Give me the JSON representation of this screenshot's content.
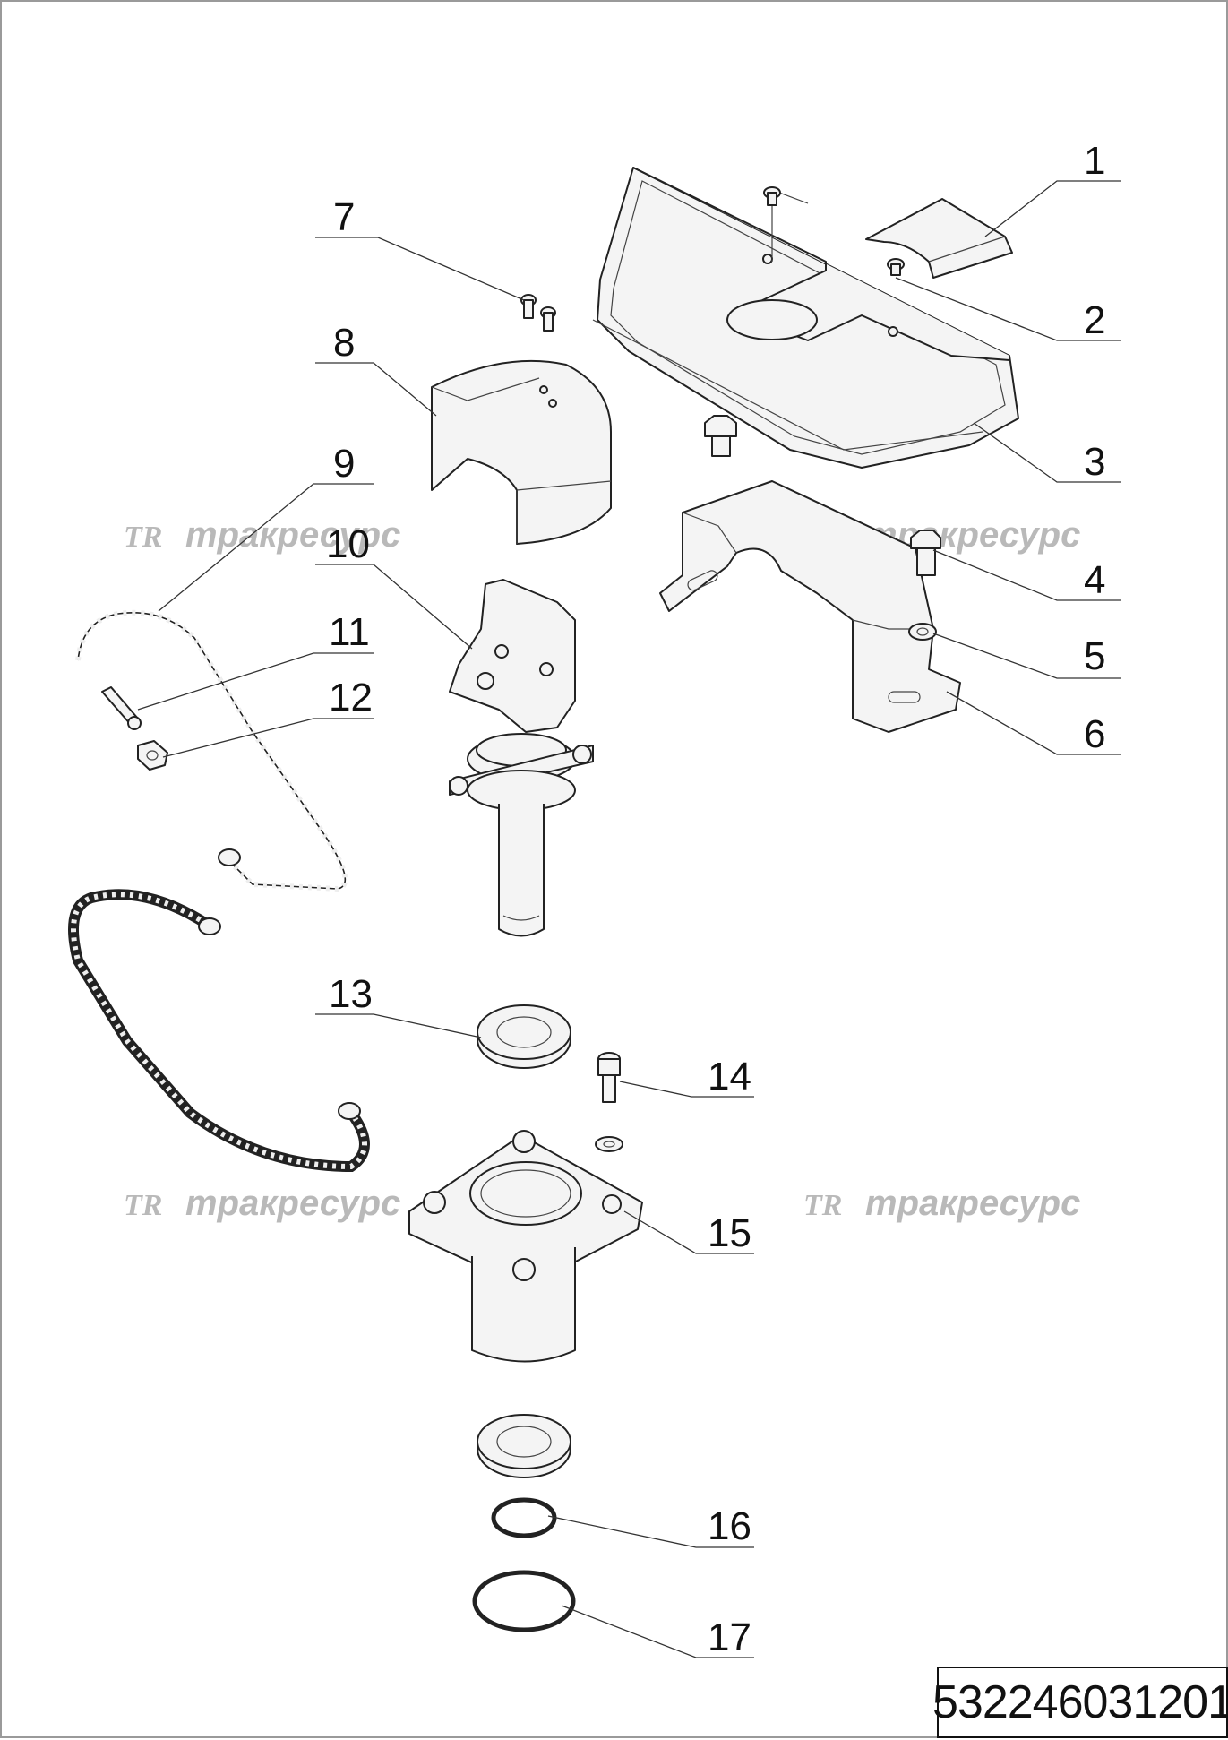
{
  "drawing": {
    "callouts": [
      "1",
      "2",
      "3",
      "4",
      "5",
      "6",
      "7",
      "8",
      "9",
      "10",
      "11",
      "12",
      "13",
      "14",
      "15",
      "16",
      "17"
    ],
    "watermark": {
      "logo": "TR",
      "text": "тракресурс"
    },
    "part_code": "532246031201"
  }
}
